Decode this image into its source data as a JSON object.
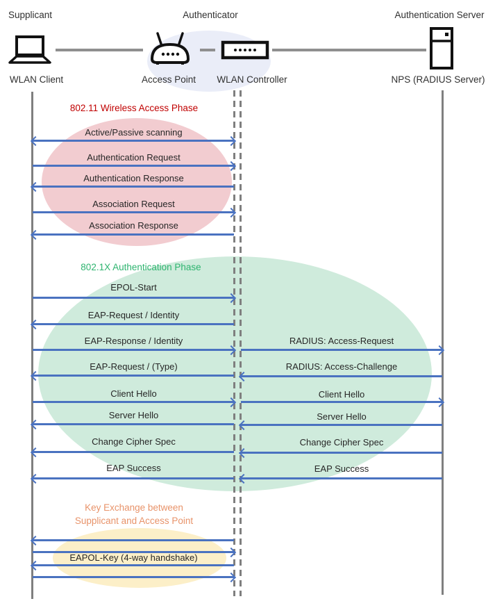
{
  "actors": {
    "supplicant": {
      "role": "Supplicant",
      "device": "WLAN Client",
      "icon": "laptop-icon"
    },
    "authenticator": {
      "role": "Authenticator",
      "ap": "Access Point",
      "ap_icon": "wireless-access-point-icon",
      "controller": "WLAN Controller",
      "controller_icon": "wlan-controller-icon"
    },
    "auth_server": {
      "role": "Authentication Server",
      "device": "NPS (RADIUS Server)",
      "icon": "server-tower-icon"
    }
  },
  "phases": [
    {
      "title": "802.11 Wireless Access Phase",
      "title_color": "#c00000",
      "ellipse_color": "#f2ccd0"
    },
    {
      "title": "802.1X Authentication Phase",
      "title_color": "#2eb46f",
      "ellipse_color": "#cfebdc"
    },
    {
      "title_line1": "Key Exchange between",
      "title_line2": "Supplicant and Access Point",
      "title_color": "#e8936a",
      "ellipse_color": "#fcefc8"
    }
  ],
  "messages": {
    "phase1": [
      {
        "label": "Active/Passive scanning",
        "dir": "both"
      },
      {
        "label": "Authentication Request",
        "dir": "right"
      },
      {
        "label": "Authentication Response",
        "dir": "left"
      },
      {
        "label": "Association Request",
        "dir": "right"
      },
      {
        "label": "Association Response",
        "dir": "left"
      }
    ],
    "phase2_left": [
      {
        "label": "EPOL-Start",
        "dir": "right"
      },
      {
        "label": "EAP-Request / Identity",
        "dir": "left"
      },
      {
        "label": "EAP-Response / Identity",
        "dir": "right"
      },
      {
        "label": "EAP-Request / (Type)",
        "dir": "left"
      },
      {
        "label": "Client Hello",
        "dir": "right"
      },
      {
        "label": "Server Hello",
        "dir": "left"
      },
      {
        "label": "Change Cipher Spec",
        "dir": "left"
      },
      {
        "label": "EAP Success",
        "dir": "left"
      }
    ],
    "phase2_right": [
      {
        "label": "RADIUS: Access-Request",
        "dir": "right"
      },
      {
        "label": "RADIUS: Access-Challenge",
        "dir": "left"
      },
      {
        "label": "Client Hello",
        "dir": "right"
      },
      {
        "label": "Server Hello",
        "dir": "left"
      },
      {
        "label": "Change Cipher Spec",
        "dir": "left"
      },
      {
        "label": "EAP Success",
        "dir": "left"
      }
    ],
    "phase3": {
      "label": "EAPOL-Key (4-way handshake)",
      "arrow_dirs": [
        "left",
        "right",
        "left",
        "right"
      ]
    }
  },
  "colors": {
    "arrow_blue": "#4a72c0",
    "lifeline_gray": "#7f7f7f",
    "authenticator_ellipse": "#eaedf8",
    "text": "#262626"
  }
}
